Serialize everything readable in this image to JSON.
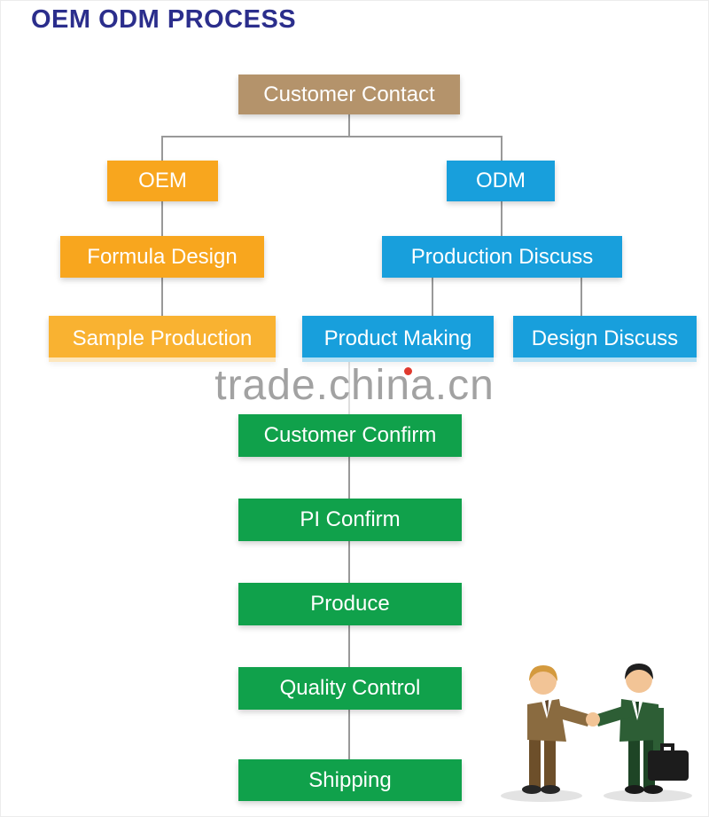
{
  "title": "OEM ODM PROCESS",
  "watermark": {
    "text": "trade.china.cn"
  },
  "nodes": {
    "customer_contact": "Customer Contact",
    "oem": "OEM",
    "odm": "ODM",
    "formula_design": "Formula Design",
    "production_discuss": "Production Discuss",
    "sample_production": "Sample Production",
    "product_making": "Product Making",
    "design_discuss": "Design Discuss",
    "customer_confirm": "Customer Confirm",
    "pi_confirm": "PI Confirm",
    "produce": "Produce",
    "quality_control": "Quality Control",
    "shipping": "Shipping"
  },
  "colors": {
    "title": "#2b2e8c",
    "root_box": "#b4936b",
    "oem": "#f8a61e",
    "oem_light": "#f9b231",
    "odm": "#189fdc",
    "green": "#10a14b",
    "line": "#999999",
    "watermark_text": "#a2a2a2",
    "watermark_dot": "#e0392e"
  }
}
